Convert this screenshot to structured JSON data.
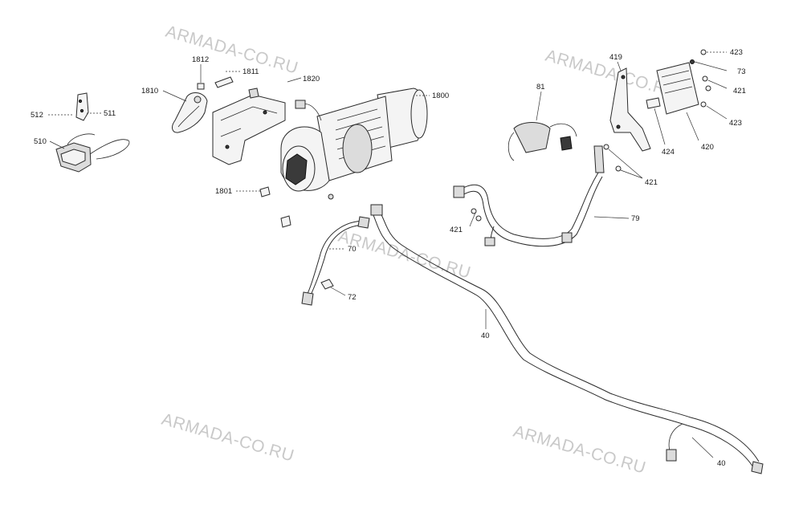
{
  "watermark_text": "ARMADA-CO.RU",
  "labels": {
    "p512": "512",
    "p511": "511",
    "p510": "510",
    "p1810": "1810",
    "p1812": "1812",
    "p1811": "1811",
    "p1820": "1820",
    "p1800": "1800",
    "p1801": "1801",
    "p70": "70",
    "p72": "72",
    "p40a": "40",
    "p40b": "40",
    "p81": "81",
    "p419": "419",
    "p424": "424",
    "p420": "420",
    "p423a": "423",
    "p73": "73",
    "p421a": "421",
    "p423b": "423",
    "p421b": "421",
    "p421c": "421",
    "p79": "79"
  }
}
